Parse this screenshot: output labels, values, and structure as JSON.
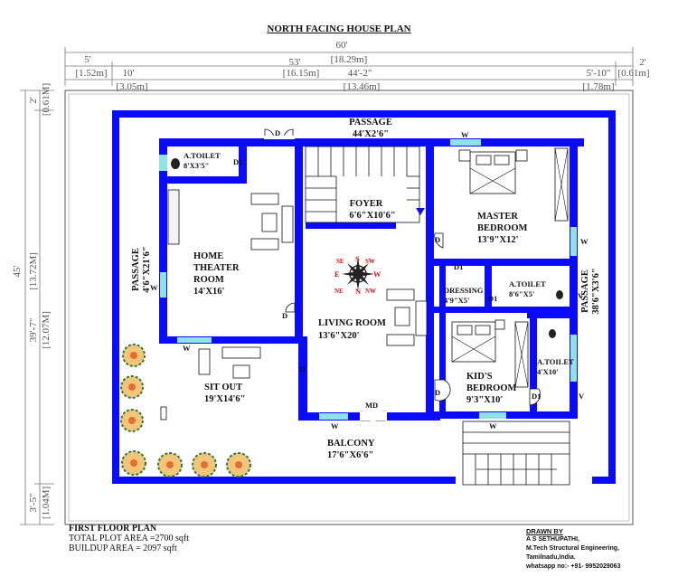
{
  "plan": {
    "title": "NORTH FACING HOUSE PLAN",
    "dims": {
      "total_width": "60'",
      "total_width_m": "[18.29m]",
      "left_setback": "5'",
      "left_setback_m": "[1.52m]",
      "inner_width": "53'",
      "inner_width_m": "[16.15m]",
      "right_setback": "2'",
      "right_setback_m": "[0.61m]",
      "seg_a": "10'",
      "seg_a_m": "[3.05m]",
      "seg_b": "44'-2\"",
      "seg_b_m": "[13.46m]",
      "seg_c": "5'-10\"",
      "seg_c_m": "[1.78m]",
      "total_depth": "45'",
      "total_depth_m": "[13.72M]",
      "top_setback": "2'",
      "top_setback_m": "[0.61M]",
      "inner_depth": "39'-7\"",
      "inner_depth_m": "[12.07M]",
      "bottom_setback": "3'-5\"",
      "bottom_setback_m": "[1.04M]"
    },
    "rooms": {
      "passage_top": "PASSAGE",
      "passage_top_size": "44'X2'6\"",
      "atoilet1": "A.TOILET",
      "atoilet1_size": "8'X3'5\"",
      "home_theater_1": "HOME",
      "home_theater_2": "THEATER",
      "home_theater_3": "ROOM",
      "home_theater_size": "14'X16'",
      "passage_left": "PASSAGE",
      "passage_left_size": "4'6\"X21'6\"",
      "foyer": "FOYER",
      "foyer_size": "6'6\"X10'6\"",
      "master_1": "MASTER",
      "master_2": "BEDROOM",
      "master_size": "13'9\"X12'",
      "dressing": "DRESSING",
      "dressing_size": "4'9\"X5'",
      "atoilet2": "A.TOILET",
      "atoilet2_size": "8'6\"X5'",
      "passage_right": "PASSAGE",
      "passage_right_size": "38'6\"X3'6\"",
      "living": "LIVING ROOM",
      "living_size": "13'6\"X20'",
      "atoilet3": "A.TOILET",
      "atoilet3_size": "4'X10'",
      "kids_1": "KID'S",
      "kids_2": "BEDROOM",
      "kids_size": "9'3\"X10'",
      "sitout": "SIT OUT",
      "sitout_size": "19'X14'6\"",
      "balcony": "BALCONY",
      "balcony_size": "17'6\"X6'6\""
    },
    "marks": {
      "door": "D",
      "door1": "D1",
      "window": "W",
      "ventilator": "V",
      "opening": "O",
      "main_door": "MD"
    },
    "compass": {
      "n": "N",
      "s": "S",
      "e": "E",
      "w": "W",
      "ne": "NE",
      "nw": "NW",
      "se": "SE",
      "sw": "SW"
    },
    "colors": {
      "wall": "#0a0aff",
      "window": "#8fe3e8",
      "dim_line": "#777777",
      "compass": "#cc1111",
      "plant": "#e8a040"
    }
  },
  "footer": {
    "heading": "FIRST FLOOR PLAN",
    "plot_area": "TOTAL PLOT AREA =2700 sqft",
    "buildup_area": "BUILDUP AREA = 2097 sqft"
  },
  "credits": {
    "heading": "DRAWN BY",
    "name": "A S SETHUPATHI,",
    "degree": "M.Tech Structural Engineering,",
    "location": "Tamilnadu,India.",
    "phone": "whatsapp no:- +91- 9952029063"
  }
}
